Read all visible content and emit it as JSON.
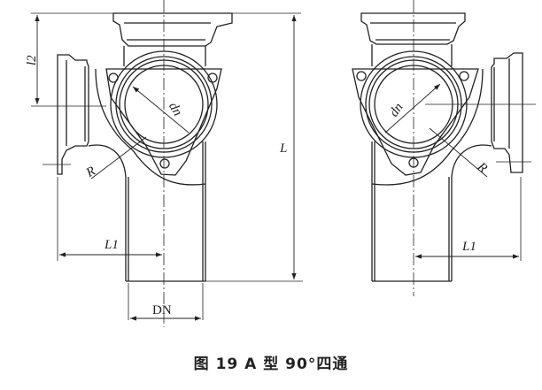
{
  "caption": "图 19   A 型 90°四通",
  "labels": {
    "l2": "l2",
    "l": "L",
    "l1_left": "L1",
    "l1_right": "L1",
    "dn_left": "dn",
    "dn_right": "dn",
    "r_left": "R",
    "r_right": "R",
    "DN": "DN"
  }
}
